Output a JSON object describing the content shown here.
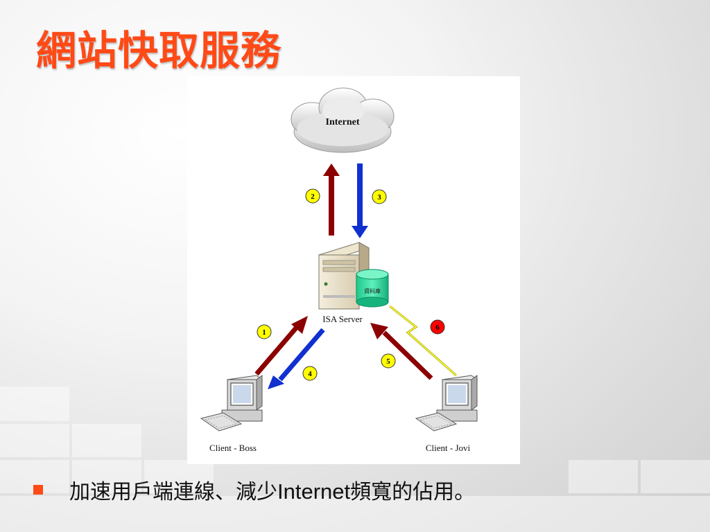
{
  "slide": {
    "title": "網站快取服務",
    "bullet": {
      "prefix": "加速用戶端連線、減少",
      "keyword": "Internet",
      "suffix": "頻寬的佔用。"
    }
  },
  "diagram": {
    "internet_label": "Internet",
    "server_label": "ISA Server",
    "cache_label": "資料庫",
    "client_boss_label": "Client - Boss",
    "client_jovi_label": "Client - Jovi",
    "steps": [
      "1",
      "2",
      "3",
      "4",
      "5",
      "6"
    ]
  },
  "colors": {
    "accent": "#ff4a17",
    "request_arrow": "#8b0000",
    "response_arrow": "#1030d0",
    "step_badge": "#ffff00",
    "step_badge_alert": "#ff0000",
    "cache_db": "#2ee6a0",
    "lightning": "#ffff33"
  }
}
